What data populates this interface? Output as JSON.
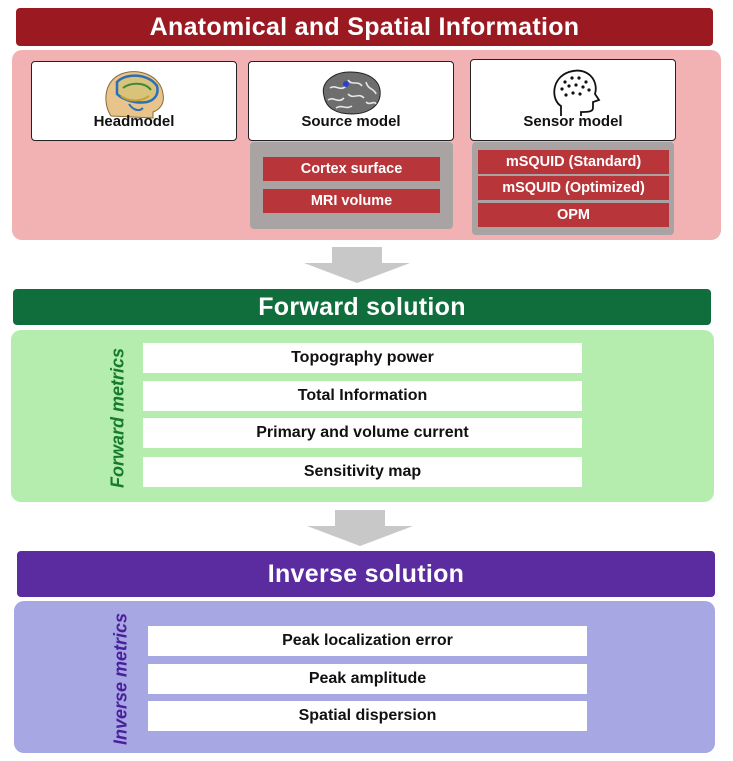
{
  "colors": {
    "anatomical_banner": "#9b1a22",
    "anatomical_panel": "#f2b1b2",
    "forward_banner": "#0f6e3c",
    "forward_panel": "#b5edaf",
    "inverse_banner": "#5a2ca0",
    "inverse_panel": "#a6a7e3",
    "red_tag": "#b8363a",
    "grey_box": "#a9a3a3",
    "arrow": "#c8c8c8"
  },
  "anatomical": {
    "title": "Anatomical and Spatial Information",
    "headmodel": {
      "label": "Headmodel",
      "icon": "head-mri-icon"
    },
    "source_model": {
      "label": "Source model",
      "icon": "brain-cortex-icon",
      "options": [
        "Cortex surface",
        "MRI volume"
      ]
    },
    "sensor_model": {
      "label": "Sensor model",
      "icon": "head-sensors-icon",
      "options": [
        "mSQUID (Standard)",
        "mSQUID (Optimized)",
        "OPM"
      ]
    }
  },
  "forward": {
    "title": "Forward solution",
    "metrics_label": "Forward metrics",
    "metrics": [
      "Topography power",
      "Total Information",
      "Primary and volume current",
      "Sensitivity map"
    ]
  },
  "inverse": {
    "title": "Inverse solution",
    "metrics_label": "Inverse metrics",
    "metrics": [
      "Peak localization error",
      "Peak amplitude",
      "Spatial dispersion"
    ]
  }
}
